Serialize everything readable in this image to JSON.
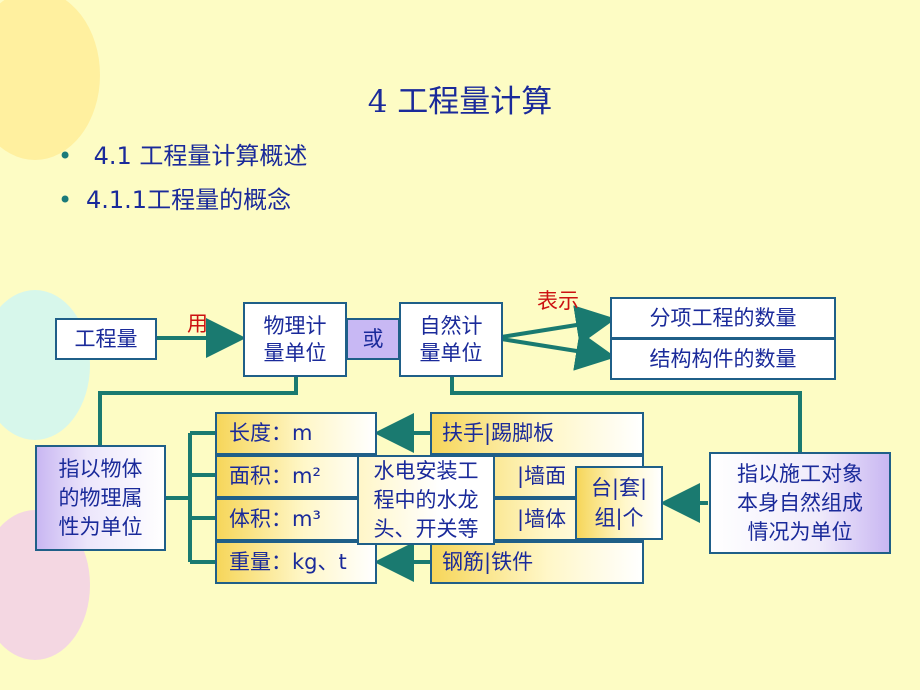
{
  "title": "4  工程量计算",
  "bullets": [
    {
      "text": " 4.1  工程量计算概述"
    },
    {
      "text": "4.1.1工程量的概念"
    }
  ],
  "diagram": {
    "quantity": "工程量",
    "use_label": "用",
    "physical_unit": "物理计\n量单位",
    "or_label": "或",
    "natural_unit": "自然计\n量单位",
    "express_label": "表示",
    "item_count": "分项工程的数量",
    "component_count": "结构构件的数量",
    "physical_def": "指以物体\n的物理属\n性为单位",
    "natural_def": "指以施工对象\n本身自然组成\n情况为单位",
    "physical_units": [
      "长度：m",
      "面积：m²",
      "体积：m³",
      "重量：kg、t"
    ],
    "examples": [
      "扶手|踢脚板",
      "|墙面",
      "|墙体",
      "钢筋|铁件"
    ],
    "plumbing_note": "水电安装工\n程中的水龙\n头、开关等",
    "natural_units": "台|套|\n组|个"
  },
  "colors": {
    "text": "#1a2a9a",
    "line": "#1a7a70",
    "red": "#cc1111",
    "background": "#fdfcc4"
  }
}
